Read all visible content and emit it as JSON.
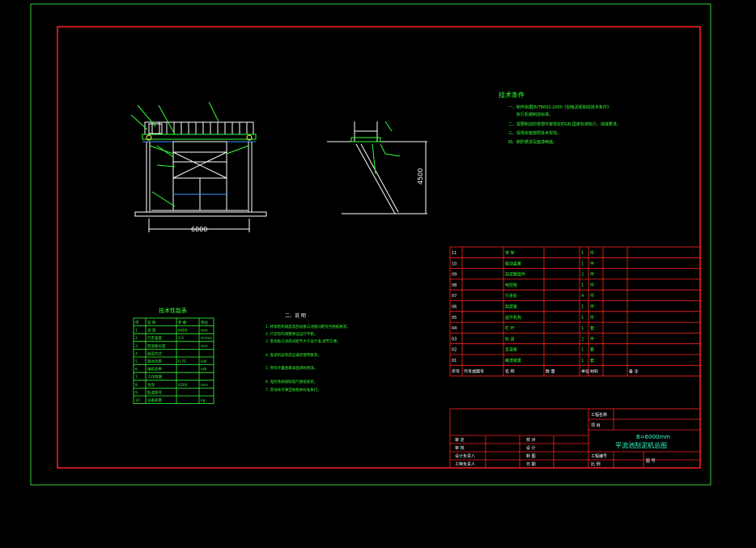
{
  "colors": {
    "frame_outer": "#33cc33",
    "frame_inner": "#ff2222",
    "lines_white": "#ffffff",
    "lines_green": "#33ff33",
    "lines_cyan": "#33ffcc",
    "lines_blue": "#3399ff",
    "background": "#000000"
  },
  "drawing": {
    "dim_width": "6000",
    "dim_height": "4500",
    "tech_req": {
      "title": "技术条件",
      "items": [
        "一、制作依据JB/T8692-2000《刮吸泥机制造技术条件》",
        "执行机械制造标准。",
        "二、需要制造的零部件按规定的GB,国家标准执行。焊接要求。",
        "三、现场安装按照技术规范。",
        "四、刷防锈漆及面漆两遍。"
      ]
    },
    "notes": {
      "title": "二、说 明",
      "items": [
        "1. 桥架结构刚度及刮泥板与池底间距符合图纸要求。",
        "2. 行走轮的调整保证运行平稳。",
        "3. 刮泥板与池底间距不大于设计值,调节方便。",
        "4. 刮泥机安装后应满足使用要求。",
        "5. 所有外露金属表面涂防锈漆。",
        "6. 电控系统按照电气图纸安装。",
        "7. 其他未尽事宜按相关标准执行。"
      ]
    },
    "param_table": {
      "title": "技术性能表",
      "headers": [
        "序",
        "名 称",
        "参 数",
        "单位"
      ],
      "rows": [
        [
          "1",
          "池 宽",
          "6000",
          "mm"
        ],
        [
          "2",
          "行走速度",
          "0.5",
          "m/min"
        ],
        [
          "3",
          "刮泥板长度",
          "",
          "mm"
        ],
        [
          "4",
          "刮泥方式",
          "",
          ""
        ],
        [
          "5",
          "驱动功率",
          "0.75",
          "kW"
        ],
        [
          "6",
          "电机功率",
          "",
          "kW"
        ],
        [
          "7",
          "工作周期",
          "",
          ""
        ],
        [
          "8",
          "池深",
          "4500",
          "mm"
        ],
        [
          "9",
          "轨道型号",
          "",
          ""
        ],
        [
          "10",
          "设备质量",
          "",
          "kg"
        ]
      ]
    },
    "parts_list": {
      "rows": [
        [
          "11",
          "",
          "桥 架",
          "",
          "1",
          "件",
          ""
        ],
        [
          "10",
          "",
          "驱动装置",
          "",
          "1",
          "件",
          ""
        ],
        [
          "09",
          "",
          "刮泥耙组件",
          "",
          "2",
          "件",
          ""
        ],
        [
          "08",
          "",
          "电控柜",
          "",
          "1",
          "件",
          ""
        ],
        [
          "07",
          "",
          "行走轮",
          "",
          "4",
          "件",
          ""
        ],
        [
          "06",
          "",
          "刮泥板",
          "",
          "1",
          "件",
          ""
        ],
        [
          "05",
          "",
          "提升机构",
          "",
          "1",
          "件",
          ""
        ],
        [
          "04",
          "",
          "栏 杆",
          "",
          "1",
          "套",
          ""
        ],
        [
          "03",
          "",
          "轨 道",
          "",
          "2",
          "件",
          ""
        ],
        [
          "02",
          "",
          "走道板",
          "",
          "1",
          "套",
          ""
        ],
        [
          "01",
          "",
          "撇渣装置",
          "",
          "1",
          "套",
          ""
        ]
      ],
      "header": [
        "序号",
        "代号或图号",
        "名 称",
        "数 量",
        "单位",
        "材料",
        "备 注"
      ]
    },
    "title_block": {
      "project_label": "工程名称",
      "item_label": "项 目",
      "drawing_name_line1": "B=6000mm",
      "drawing_name_line2": "平流池刮泥机总图",
      "drawing_no_label": "工程编号",
      "scale_label": "比 例",
      "sheet_label": "图 号",
      "roles": [
        [
          "审 定",
          "校 对"
        ],
        [
          "审 核",
          "设 计"
        ],
        [
          "设计负责人",
          "制 图"
        ],
        [
          "工种负责人",
          "日 期"
        ]
      ]
    }
  }
}
